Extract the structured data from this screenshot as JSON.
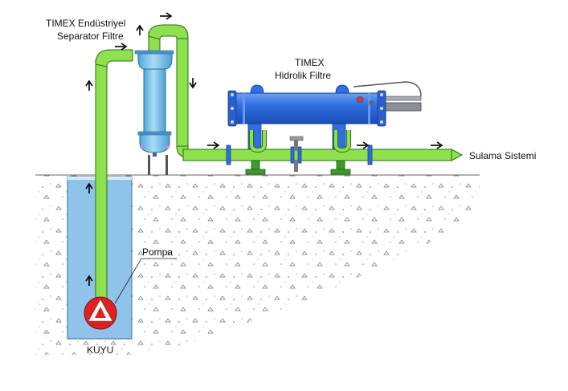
{
  "labels": {
    "separator_line1": "TIMEX Endüstriyel",
    "separator_line2": "Separator Filtre",
    "hydraulic_line1": "TIMEX",
    "hydraulic_line2": "Hidrolik Filtre",
    "irrigation": "Sulama Sistemi",
    "pump": "Pompa",
    "well": "KUYU"
  },
  "colors": {
    "pipe_green": "#8ee04e",
    "pipe_outline": "#2a6e12",
    "separator_blue": "#7fc4ea",
    "hydraulic_blue": "#2f6fe0",
    "well_water": "#8fc3ea",
    "ground_fill": "#fafafa",
    "pump_red": "#e02020"
  },
  "icons": {
    "flow_arrow": "arrow-icon",
    "pump": "pump-icon"
  }
}
